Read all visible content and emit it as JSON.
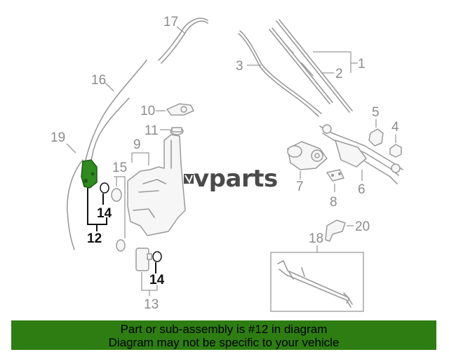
{
  "brand": {
    "logo_text": "vparts"
  },
  "callouts": {
    "c1": "1",
    "c2": "2",
    "c3": "3",
    "c4": "4",
    "c5": "5",
    "c6": "6",
    "c7": "7",
    "c8": "8",
    "c9": "9",
    "c10": "10",
    "c11": "11",
    "c12": "12",
    "c13": "13",
    "c14a": "14",
    "c14b": "14",
    "c15": "15",
    "c16": "16",
    "c17": "17",
    "c18": "18",
    "c19": "19",
    "c20": "20"
  },
  "highlighted_part": "12",
  "banner": {
    "line1": "Part or sub-assembly is #12 in diagram",
    "line2": "Diagram may not be specific to your vehicle",
    "color": "#2e7d12"
  },
  "colors": {
    "highlight": "#2f8a1f",
    "line_art": "#9a9a9a"
  }
}
